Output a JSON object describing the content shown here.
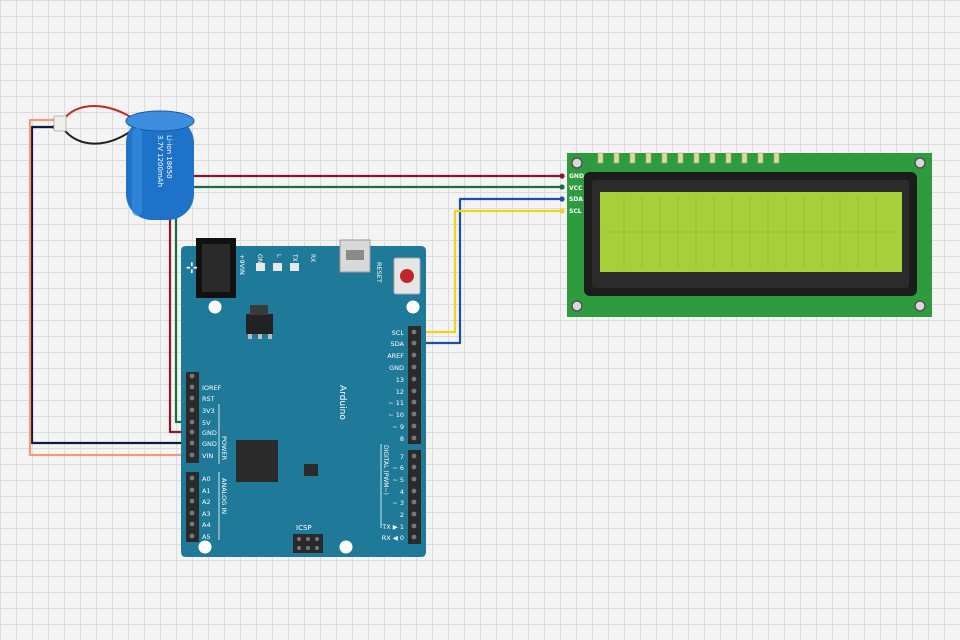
{
  "battery": {
    "label_line1": "3.7V 1200mAh",
    "label_line2": "Li-ion  18650"
  },
  "lcd": {
    "pins": [
      "GND",
      "VCC",
      "SDA",
      "SCL"
    ]
  },
  "arduino": {
    "brand": "Arduino",
    "reset": "RESET",
    "icsp": "ICSP",
    "power_header": "POWER",
    "analog_header": "ANALOG IN",
    "digital_header": "DIGITAL (PWM~)",
    "vin_label": "+9VIN",
    "leds": [
      "ON",
      "L",
      "TX",
      "RX"
    ],
    "power_pins": [
      "IOREF",
      "RST",
      "3V3",
      "5V",
      "GND",
      "GND",
      "VIN"
    ],
    "analog_pins": [
      "A0",
      "A1",
      "A2",
      "A3",
      "A4",
      "A5"
    ],
    "top_pins": [
      "SCL",
      "SDA",
      "AREF",
      "GND",
      "13",
      "12",
      "~ 11",
      "~ 10",
      "~ 9",
      "8"
    ],
    "bottom_pins": [
      "7",
      "~ 6",
      "~ 5",
      "4",
      "~ 3",
      "2",
      "TX ▶ 1",
      "RX ◀ 0"
    ]
  },
  "colors": {
    "board": "#1f7a99",
    "lcd_pcb": "#2e9b3e",
    "lcd_screen": "#a6cf3a",
    "battery": "#1e73c9",
    "wire_gnd": "#0f1b3d",
    "wire_vcc": "#1d6b3c",
    "wire_sda": "#1b4fa8",
    "wire_scl": "#f2d21a",
    "wire_5v": "#8a1533",
    "wire_vin": "#f29a80"
  }
}
